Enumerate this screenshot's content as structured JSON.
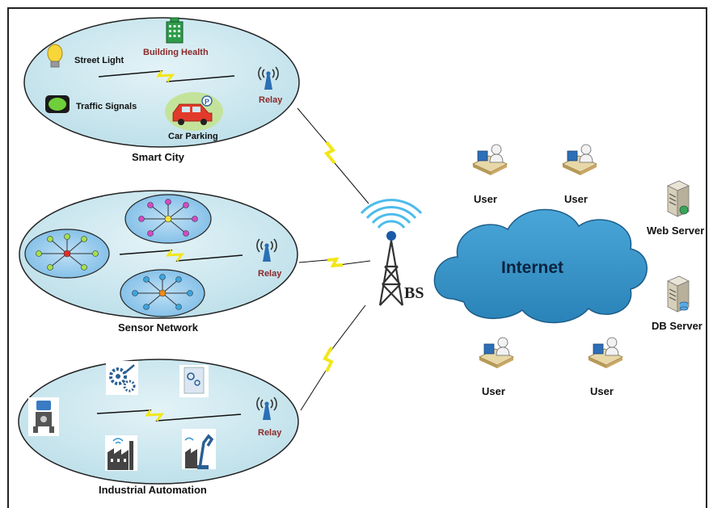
{
  "smart_city": {
    "title": "Smart City",
    "street_light": "Street Light",
    "building_health": "Building Health",
    "traffic_signals": "Traffic Signals",
    "car_parking": "Car Parking",
    "relay": "Relay"
  },
  "sensor_network": {
    "title": "Sensor Network",
    "relay": "Relay"
  },
  "industrial": {
    "title": "Industrial Automation",
    "relay": "Relay"
  },
  "bs_label": "BS",
  "internet_label": "Internet",
  "users": [
    "User",
    "User",
    "User",
    "User"
  ],
  "web_server": "Web Server",
  "db_server": "DB Server",
  "colors": {
    "ellipse_fill": "#c9e6ee",
    "cloud_fill": "#3a97c9",
    "lightning": "#f2e61a",
    "inner_ellipse": "#5aa9e0"
  }
}
